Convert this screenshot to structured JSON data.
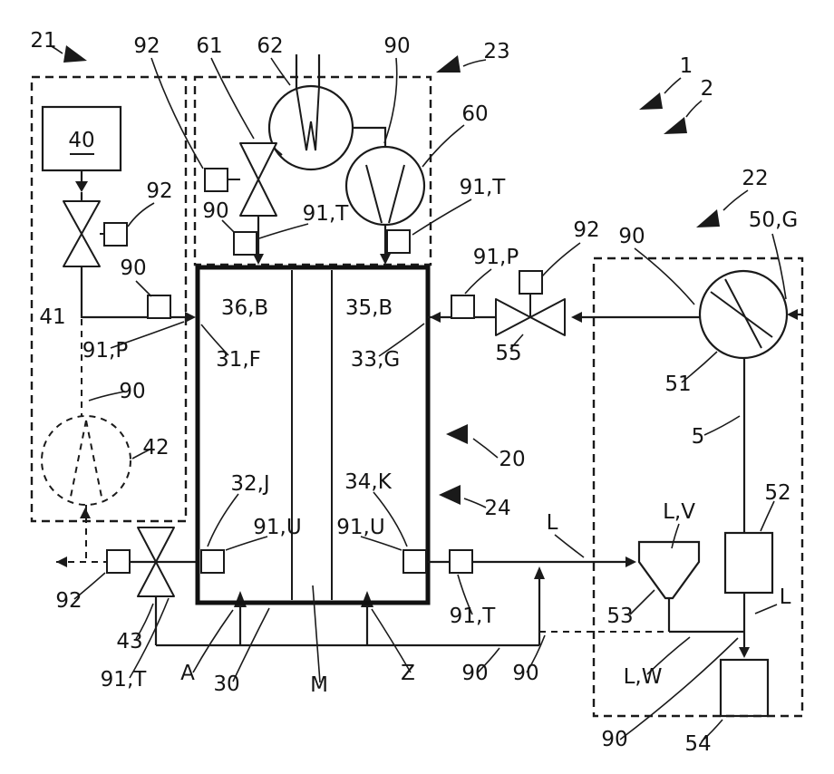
{
  "figure": {
    "type": "patent-schematic",
    "colors": {
      "ink": "#1a1a1a",
      "background": "#ffffff"
    }
  },
  "labels": {
    "ref1": "1",
    "ref2": "2",
    "ref20": "20",
    "ref21": "21",
    "ref22": "22",
    "ref23": "23",
    "ref24": "24",
    "ref30": "30",
    "ref31F": "31,F",
    "ref32J": "32,J",
    "ref33G": "33,G",
    "ref34K": "34,K",
    "ref35B": "35,B",
    "ref36B": "36,B",
    "ref40": "40",
    "ref41": "41",
    "ref42": "42",
    "ref43": "43",
    "ref5": "5",
    "ref50G": "50,G",
    "ref51": "51",
    "ref52": "52",
    "ref53": "53",
    "ref54": "54",
    "ref55": "55",
    "ref60": "60",
    "ref61": "61",
    "ref62": "62",
    "ref90": "90",
    "ref91P": "91,P",
    "ref91T": "91,T",
    "ref91U": "91,U",
    "ref92": "92",
    "refA": "A",
    "refL": "L",
    "refLV": "L,V",
    "refLW": "L,W",
    "refM": "M",
    "refZ": "Z"
  }
}
